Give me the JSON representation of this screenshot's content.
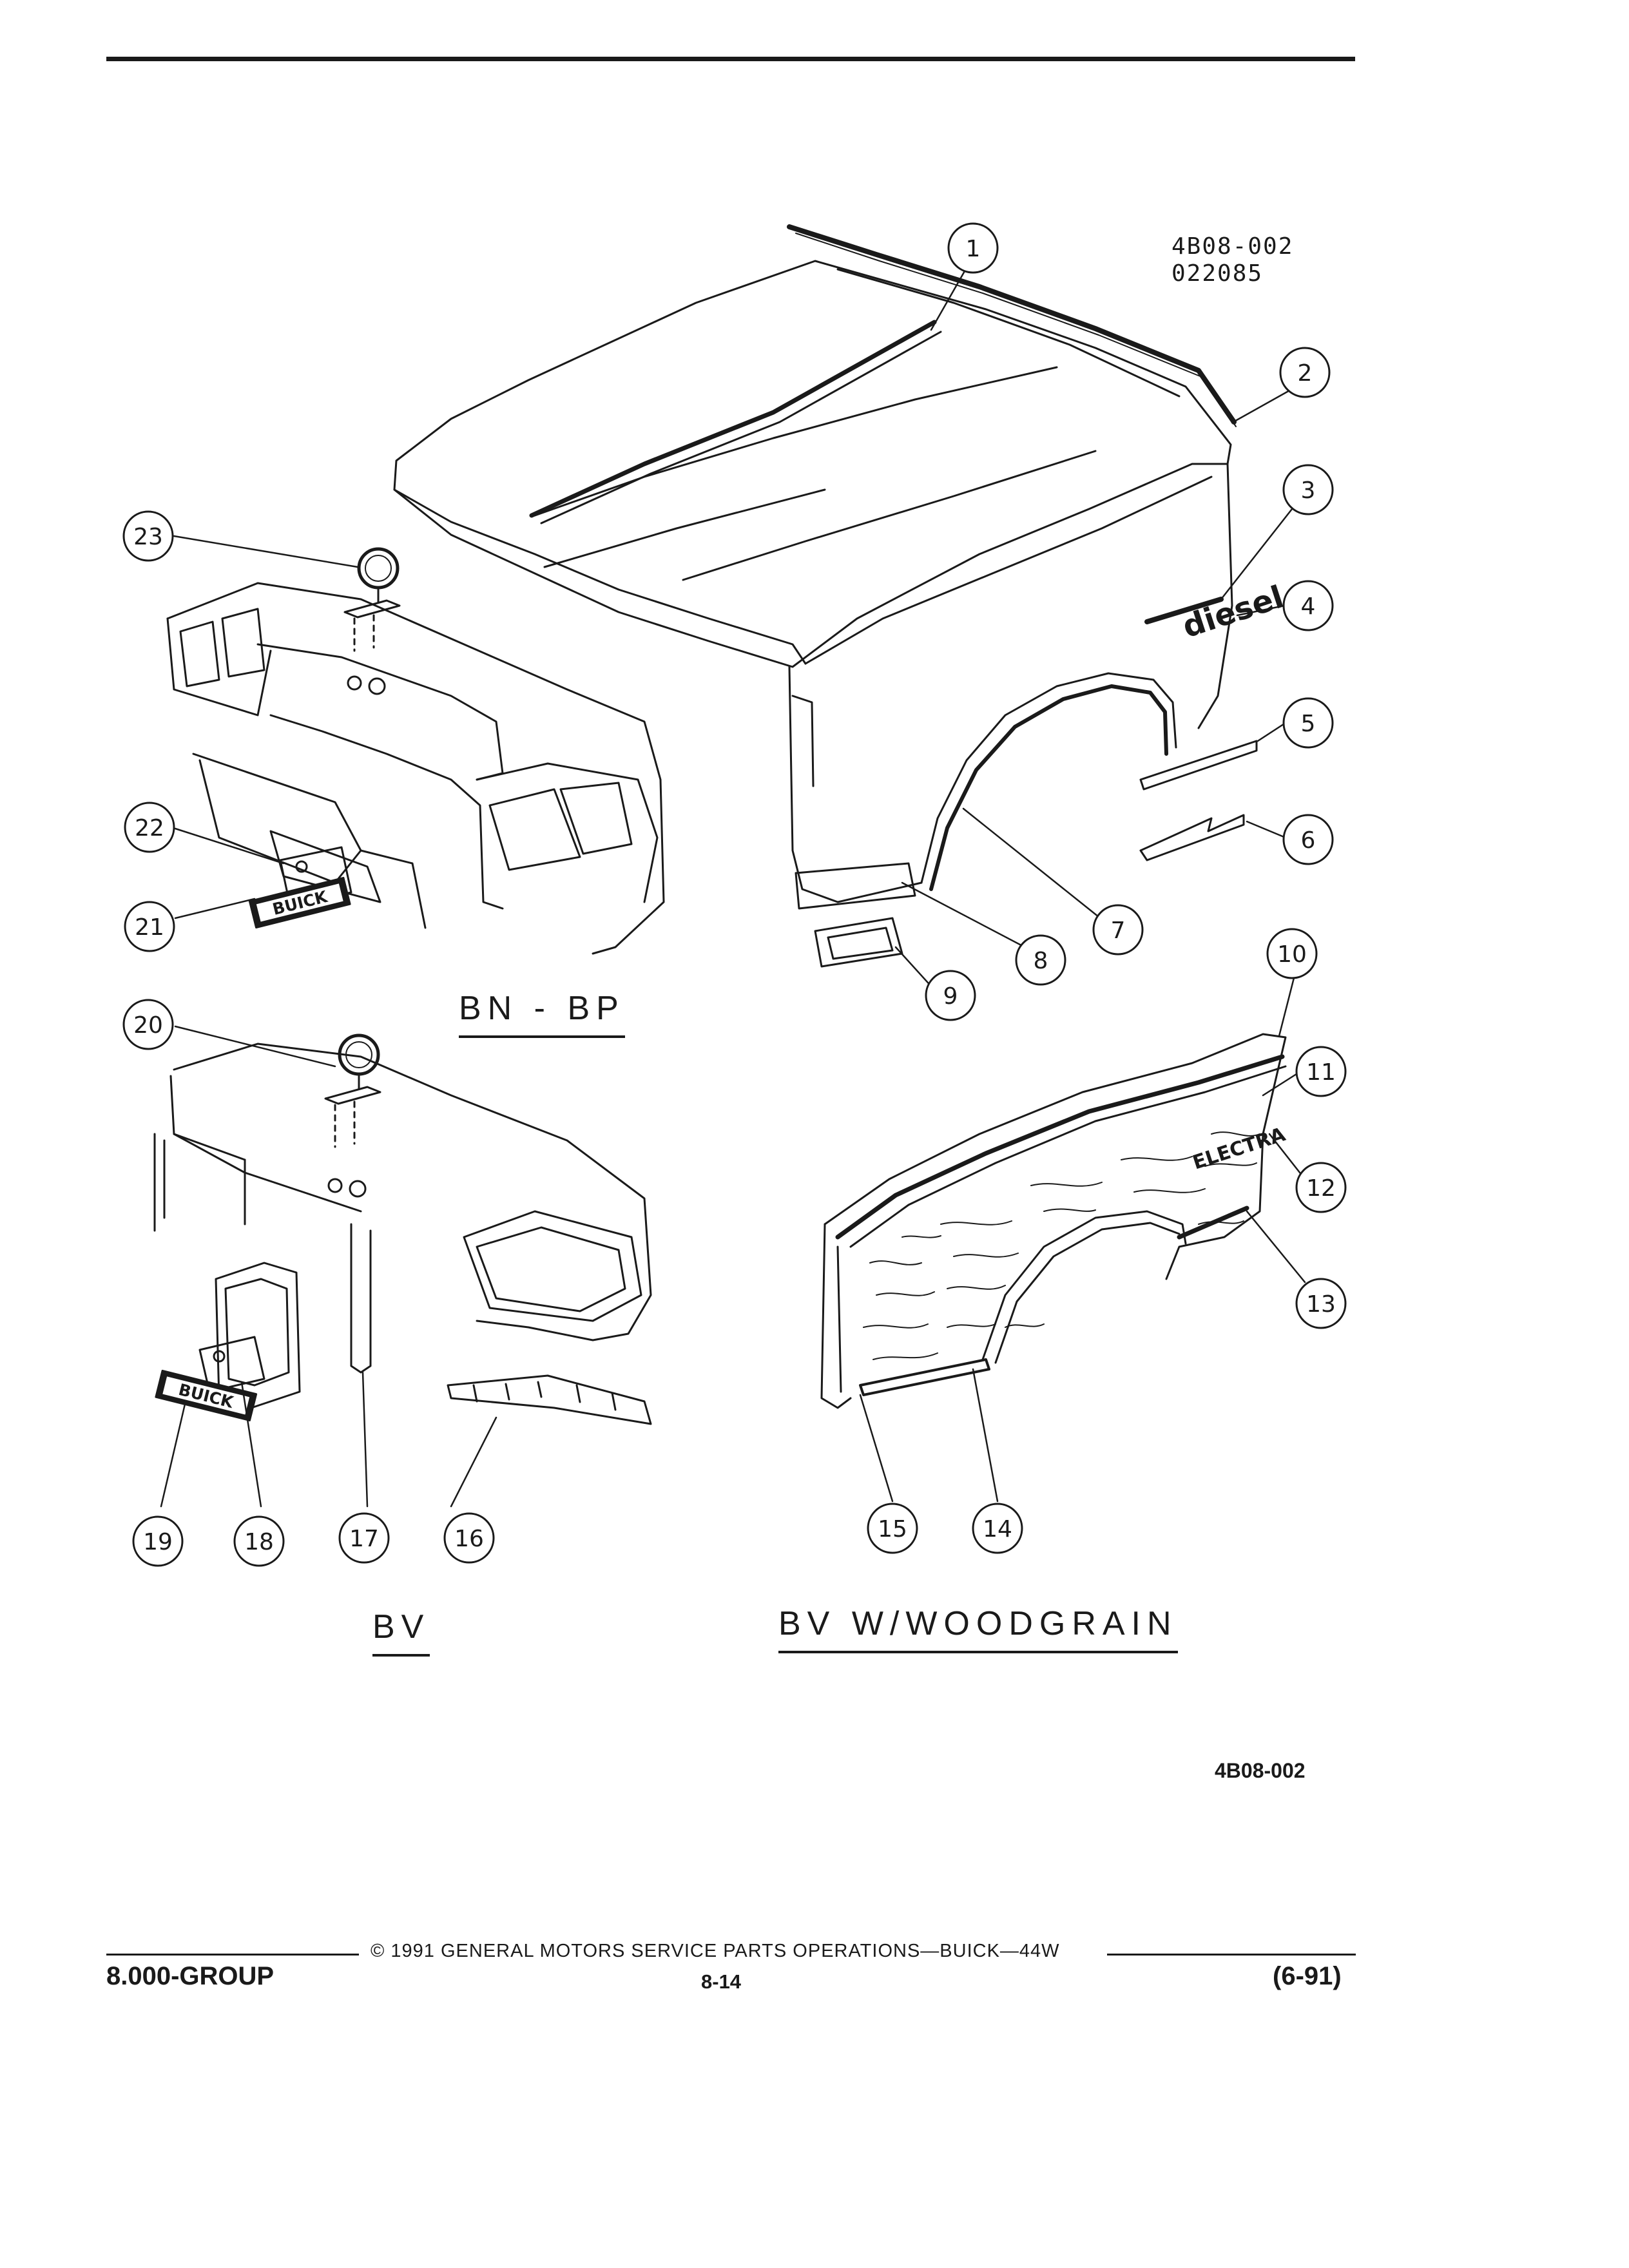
{
  "header": {
    "code_line1": "4B08-002",
    "code_line2": "022085"
  },
  "view_labels": {
    "bn_bp": "BN - BP",
    "bv": "BV",
    "bv_woodgrain": "BV W/WOODGRAIN"
  },
  "badges": {
    "diesel": "diesel",
    "electra": "ELECTRA",
    "buick_upper": "BUICK",
    "buick_lower": "BUICK"
  },
  "figure_id": "4B08-002",
  "footer": {
    "group": "8.000-GROUP",
    "copyright": "© 1991 GENERAL MOTORS SERVICE PARTS OPERATIONS—BUICK—44W",
    "page": "8-14",
    "date": "(6-91)"
  },
  "callouts": [
    {
      "id": "c1",
      "num": "1"
    },
    {
      "id": "c2",
      "num": "2"
    },
    {
      "id": "c3",
      "num": "3"
    },
    {
      "id": "c4",
      "num": "4"
    },
    {
      "id": "c5",
      "num": "5"
    },
    {
      "id": "c6",
      "num": "6"
    },
    {
      "id": "c7",
      "num": "7"
    },
    {
      "id": "c8",
      "num": "8"
    },
    {
      "id": "c9",
      "num": "9"
    },
    {
      "id": "c10",
      "num": "10"
    },
    {
      "id": "c11",
      "num": "11"
    },
    {
      "id": "c12",
      "num": "12"
    },
    {
      "id": "c13",
      "num": "13"
    },
    {
      "id": "c14",
      "num": "14"
    },
    {
      "id": "c15",
      "num": "15"
    },
    {
      "id": "c16",
      "num": "16"
    },
    {
      "id": "c17",
      "num": "17"
    },
    {
      "id": "c18",
      "num": "18"
    },
    {
      "id": "c19",
      "num": "19"
    },
    {
      "id": "c20",
      "num": "20"
    },
    {
      "id": "c21",
      "num": "21"
    },
    {
      "id": "c22",
      "num": "22"
    },
    {
      "id": "c23",
      "num": "23"
    }
  ]
}
